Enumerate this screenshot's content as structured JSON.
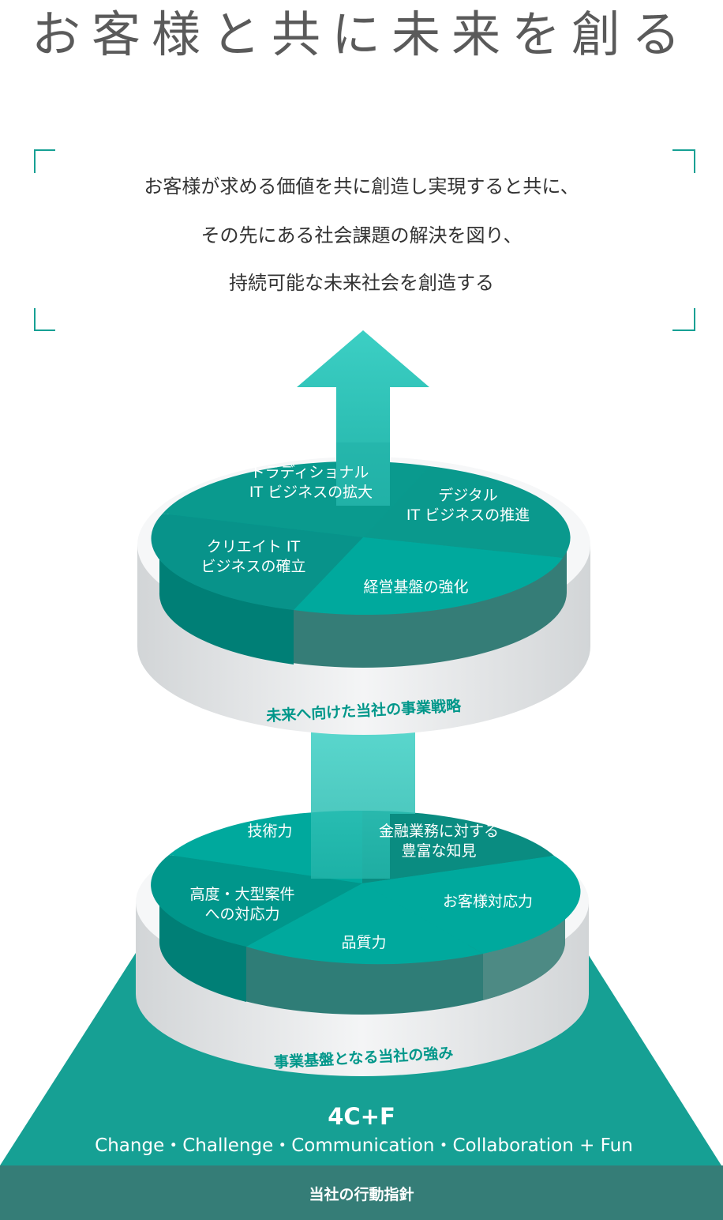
{
  "title": "お客様と共に未来を創る",
  "mission": {
    "lines": [
      "お客様が求める価値を共に創造し実現すると共に、",
      "その先にある社会課題の解決を図り、",
      "持続可能な未来社会を創造する"
    ]
  },
  "strategy": {
    "ring_label": "未来へ向けた当社の事業戦略",
    "segments": [
      {
        "lines": [
          "トラディショナル",
          "IT ビジネスの拡大"
        ]
      },
      {
        "lines": [
          "デジタル",
          "IT ビジネスの推進"
        ]
      },
      {
        "lines": [
          "クリエイト IT",
          "ビジネスの確立"
        ]
      },
      {
        "lines": [
          "経営基盤の強化"
        ]
      }
    ]
  },
  "strengths": {
    "ring_label": "事業基盤となる当社の強み",
    "segments": [
      {
        "lines": [
          "技術力"
        ]
      },
      {
        "lines": [
          "金融業務に対する",
          "豊富な知見"
        ]
      },
      {
        "lines": [
          "高度・大型案件",
          "への対応力"
        ]
      },
      {
        "lines": [
          "お客様対応力"
        ]
      },
      {
        "lines": [
          "品質力"
        ]
      }
    ]
  },
  "base": {
    "title": "4C+F",
    "subtitle": "Change・Challenge・Communication・Collaboration + Fun",
    "footer": "当社の行動指針"
  },
  "colors": {
    "teal": "#00a99d",
    "teal_light": "#3dc7bd",
    "teal_dark": "#007f76",
    "pyramid": "#16a094",
    "footer_bar": "#357d77",
    "ring_gray": "#e4e6e7",
    "bracket": "#16a094"
  }
}
